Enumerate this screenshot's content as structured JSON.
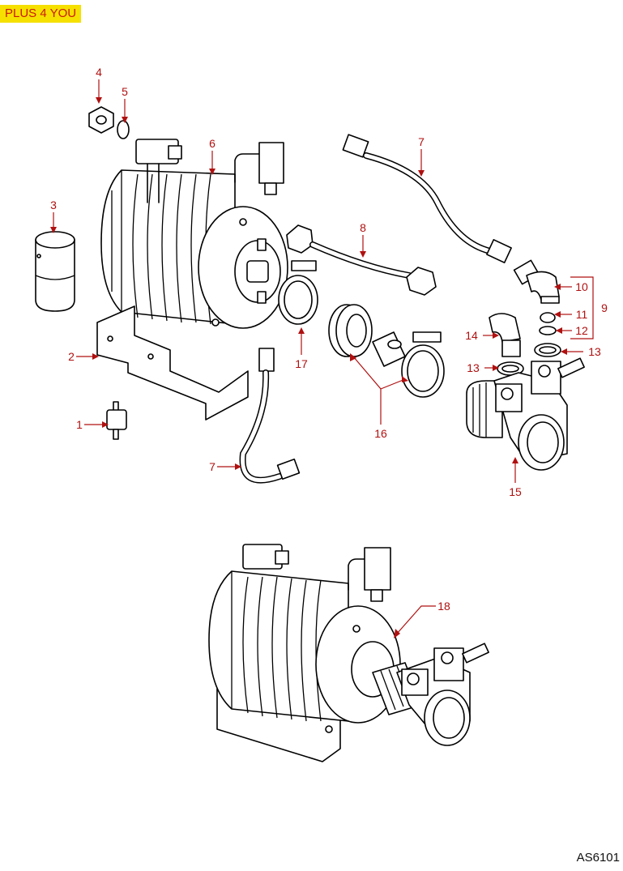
{
  "header": {
    "badge": "PLUS 4 YOU",
    "badge_bg": "#f5e000",
    "badge_text_color": "#cc1a00"
  },
  "footer": {
    "code": "AS6101"
  },
  "callout_color": "#b01010",
  "callouts": {
    "c1": "1",
    "c2": "2",
    "c3": "3",
    "c4": "4",
    "c5": "5",
    "c6": "6",
    "c7a": "7",
    "c7b": "7",
    "c8": "8",
    "c9": "9",
    "c10": "10",
    "c11": "11",
    "c12": "12",
    "c13a": "13",
    "c13b": "13",
    "c14": "14",
    "c15": "15",
    "c16": "16",
    "c17": "17",
    "c18": "18"
  }
}
